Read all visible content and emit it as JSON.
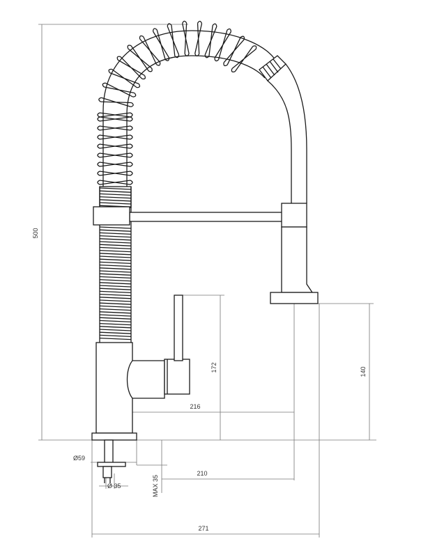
{
  "dimensions": {
    "height_total": "500",
    "lever_height": "172",
    "spout_height": "140",
    "reach_inner": "216",
    "reach_base": "210",
    "total_width": "271",
    "base_diameter": "Ø59",
    "hole_diameter": "Ø 35",
    "max_thickness": "MAX 35"
  },
  "colors": {
    "outline": "#1a1a1a",
    "dimension_line": "#777777",
    "background": "#ffffff"
  }
}
